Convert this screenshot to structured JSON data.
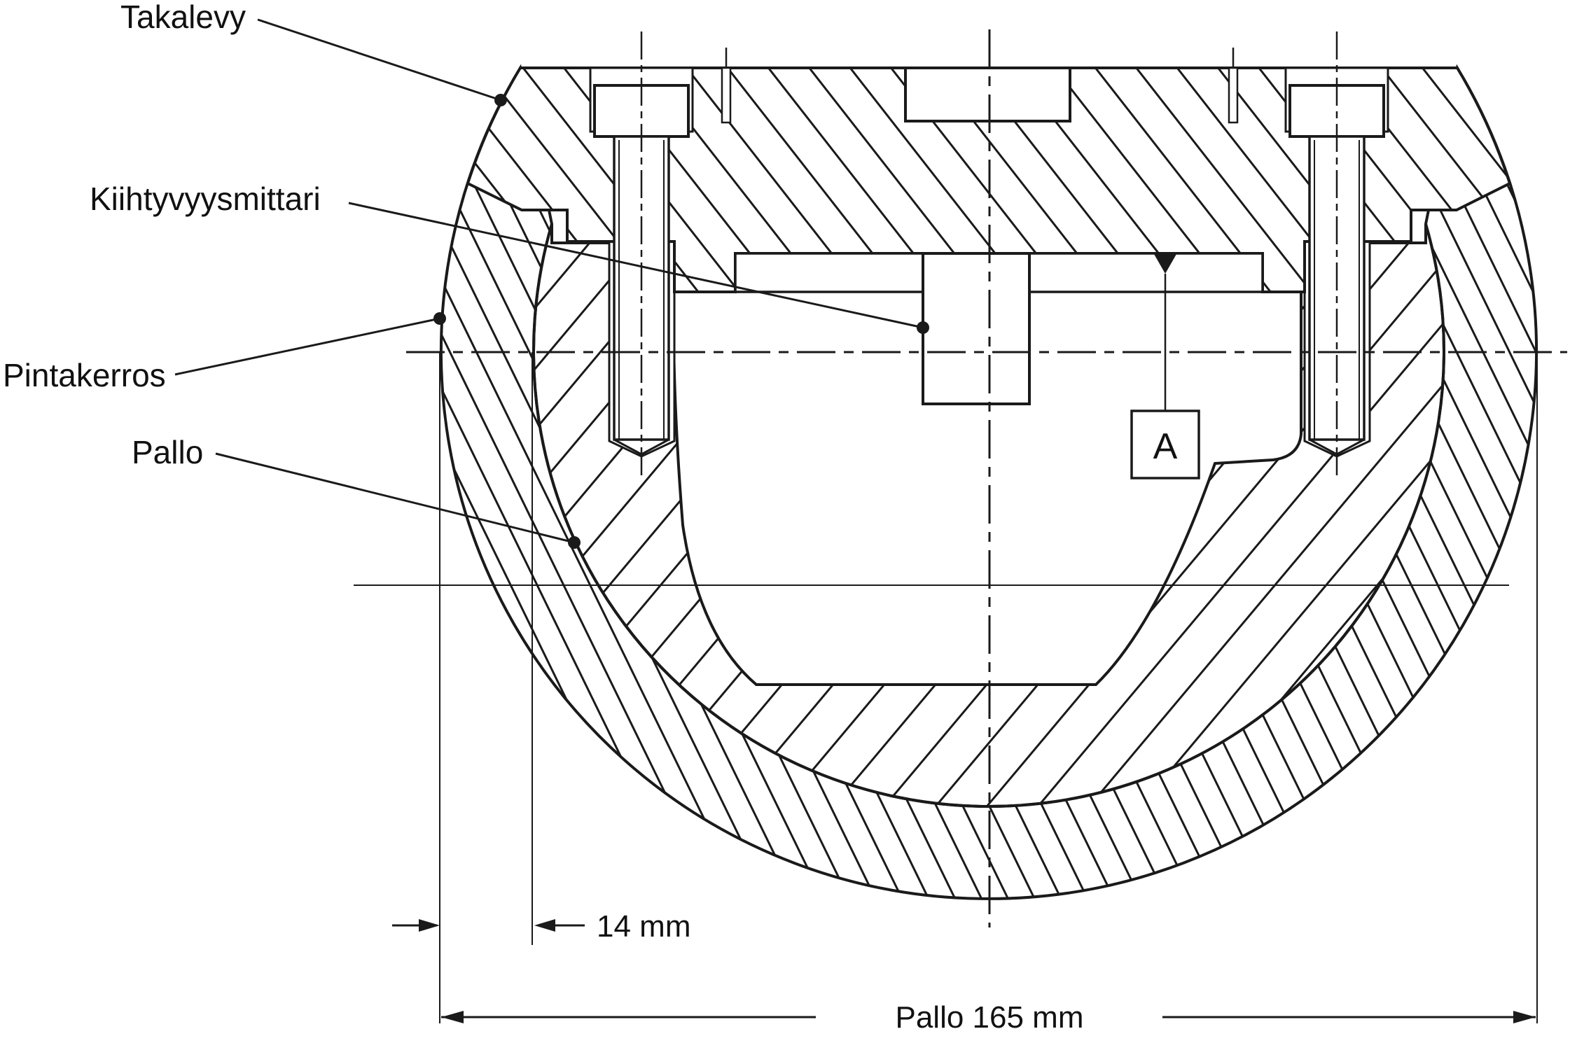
{
  "drawing": {
    "title_labels": {
      "takalevy": "Takalevy",
      "kiihtyvyysmittari": "Kiihtyvyysmittari",
      "pintakerros": "Pintakerros",
      "pallo": "Pallo"
    },
    "dimensions": {
      "surface_layer_thickness": "14 mm",
      "ball_diameter": "Pallo 165 mm"
    },
    "datum": {
      "label": "A"
    },
    "colors": {
      "line": "#1a1a1a",
      "background": "#ffffff"
    }
  }
}
